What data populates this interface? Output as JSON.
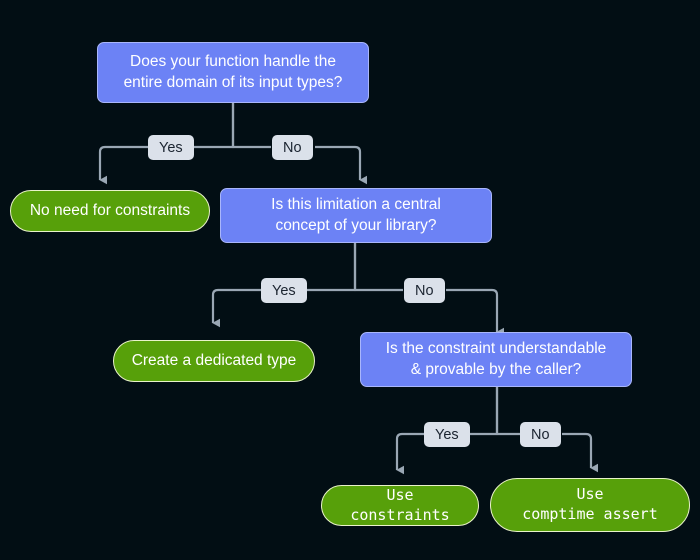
{
  "diagram": {
    "title": "Zig constraint decision flowchart",
    "background_color": "#020e14",
    "decision_color": "#6c82f5",
    "terminal_color": "#57a00a",
    "label_chip_color": "#dbe1ea",
    "edge_color": "#9aa7b4",
    "nodes": [
      {
        "id": "q1",
        "type": "decision",
        "text": "Does your function handle the\nentire domain of its input types?"
      },
      {
        "id": "t1",
        "type": "terminal",
        "text": "No need for constraints"
      },
      {
        "id": "q2",
        "type": "decision",
        "text": "Is this limitation a central\nconcept of your library?"
      },
      {
        "id": "t2",
        "type": "terminal",
        "text": "Create a dedicated type"
      },
      {
        "id": "q3",
        "type": "decision",
        "text": "Is the constraint understandable\n& provable by the caller?"
      },
      {
        "id": "t3",
        "type": "terminal",
        "text": "Use constraints"
      },
      {
        "id": "t4",
        "type": "terminal",
        "text": "Use\ncomptime assert"
      }
    ],
    "edge_labels": [
      {
        "id": "e1-yes",
        "text": "Yes"
      },
      {
        "id": "e1-no",
        "text": "No"
      },
      {
        "id": "e2-yes",
        "text": "Yes"
      },
      {
        "id": "e2-no",
        "text": "No"
      },
      {
        "id": "e3-yes",
        "text": "Yes"
      },
      {
        "id": "e3-no",
        "text": "No"
      }
    ]
  }
}
